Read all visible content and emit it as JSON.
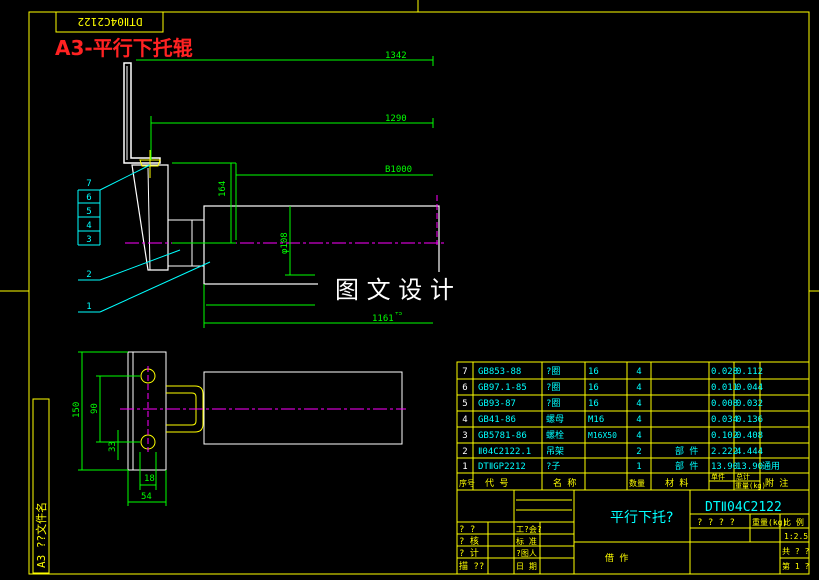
{
  "drawing": {
    "title": "A3-平行下托辊",
    "code_rotated": "DTⅡ04C2122",
    "watermark": "图 文 设 计",
    "side_label": "A3 ??文件名",
    "callouts": [
      "7",
      "6",
      "5",
      "4",
      "3",
      "2",
      "1"
    ]
  },
  "dimensions": {
    "d1342": "1342",
    "d1290": "1290",
    "dB1000": "B1000",
    "d164": "164",
    "dphi108": "φ108",
    "d1161": "1161",
    "d1161_tol": "+5",
    "d150": "150",
    "d90": "90",
    "d33": "33",
    "d18": "18",
    "d54": "54"
  },
  "bom": {
    "rows": [
      {
        "no": "7",
        "code": "GB853-88",
        "name": "?圈",
        "spec": "16",
        "qty": "4",
        "material": "",
        "unit": "0.028",
        "total": "0.112",
        "note": ""
      },
      {
        "no": "6",
        "code": "GB97.1-85",
        "name": "?圈",
        "spec": "16",
        "qty": "4",
        "material": "",
        "unit": "0.011",
        "total": "0.044",
        "note": ""
      },
      {
        "no": "5",
        "code": "GB93-87",
        "name": "?圈",
        "spec": "16",
        "qty": "4",
        "material": "",
        "unit": "0.008",
        "total": "0.032",
        "note": ""
      },
      {
        "no": "4",
        "code": "GB41-86",
        "name": "螺母",
        "spec": "M16",
        "qty": "4",
        "material": "",
        "unit": "0.034",
        "total": "0.136",
        "note": ""
      },
      {
        "no": "3",
        "code": "GB5781-86",
        "name": "螺栓",
        "spec": "M16X50",
        "qty": "4",
        "material": "",
        "unit": "0.102",
        "total": "0.408",
        "note": ""
      },
      {
        "no": "2",
        "code": "Ⅱ04C2122.1",
        "name": "吊架",
        "spec": "",
        "qty": "2",
        "material": "部 件",
        "unit": "2.222",
        "total": "4.444",
        "note": ""
      },
      {
        "no": "1",
        "code": "DTⅡGP2212",
        "name": "?子",
        "spec": "",
        "qty": "1",
        "material": "部 件",
        "unit": "13.90",
        "total": "13.90",
        "note": "通用"
      }
    ],
    "header": {
      "no": "序号",
      "code": "代 号",
      "name": "名 称",
      "qty": "数量",
      "material": "材 料",
      "weight": "重量(kg)",
      "unit": "单件",
      "total": "总计",
      "note": "附 注"
    }
  },
  "title_block": {
    "code": "DTⅡ04C2122",
    "name": "平行下托?",
    "label_a": "? ? ? ?",
    "weight": "重量(kg)",
    "scale_label": "比 例",
    "scale": "1:2.5",
    "sheets": "共 ? ?",
    "sheet": "第 1 ?",
    "left_rows": [
      "? ?",
      "? 核",
      "? 计",
      "描 ??"
    ],
    "mid_rows": [
      "工?会?",
      "标 准",
      "?图人",
      "日 期"
    ],
    "archive": "借 作"
  }
}
